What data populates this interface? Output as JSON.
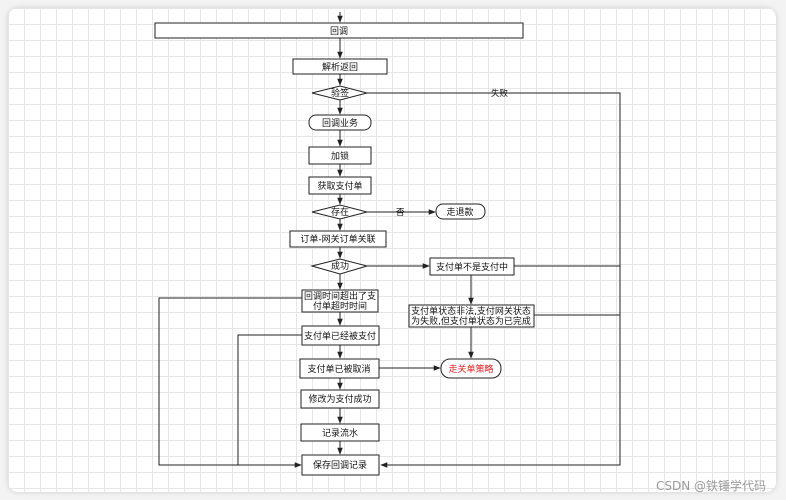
{
  "nodes": {
    "callback": "回调",
    "parse": "解析返回",
    "verify": "验签",
    "callback_business": "回调业务",
    "lock": "加锁",
    "get_pay_order": "获取支付单",
    "exists": "存在",
    "refund": "走退款",
    "associate": "订单-网关订单关联",
    "success": "成功",
    "not_pay_in_progress": "支付单不是支付中",
    "timeout_line1": "回调时间超出了支",
    "timeout_line2": "付单超时时间",
    "illegal_line1": "支付单状态非法,支付网关状态",
    "illegal_line2": "为失败,但支付单状态为已完成",
    "already_paid": "支付单已经被支付",
    "cancelled": "支付单已被取消",
    "close_strategy": "走关单策略",
    "update_success": "修改为支付成功",
    "record_flow": "记录流水",
    "save_record": "保存回调记录"
  },
  "edge_labels": {
    "fail": "失败",
    "no": "否"
  },
  "colors": {
    "line": "#222222",
    "highlight_text": "#e02020"
  },
  "watermark": "CSDN @铁锤学代码"
}
